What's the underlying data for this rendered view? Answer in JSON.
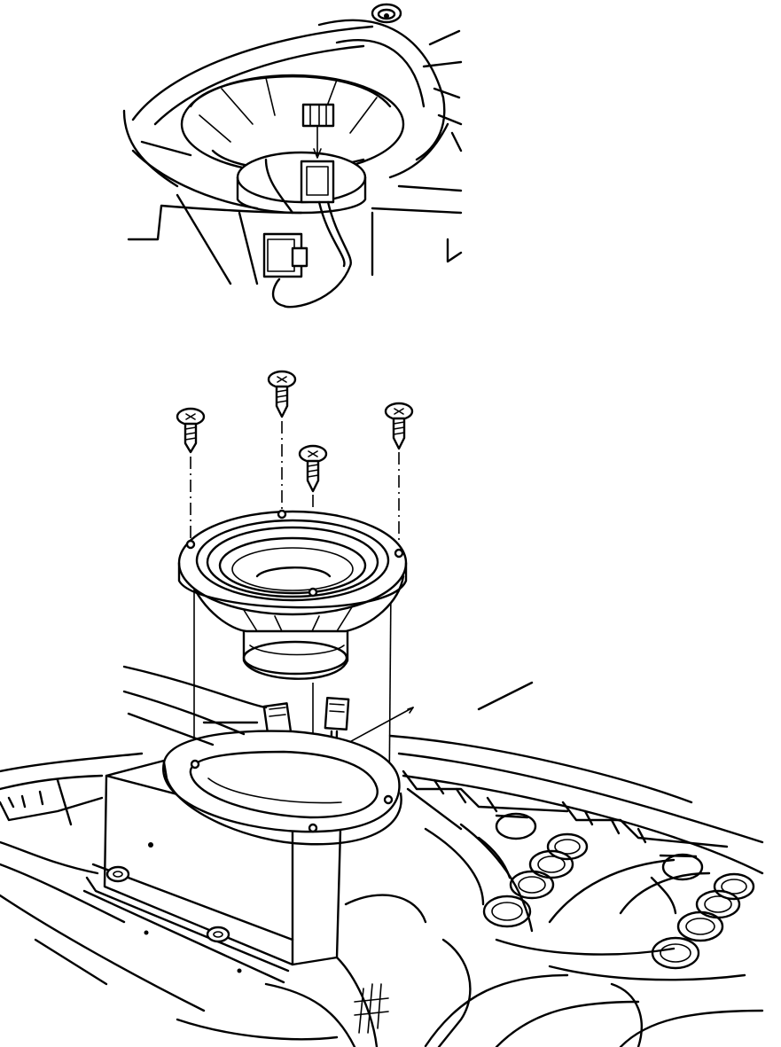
{
  "figure": {
    "callouts": [],
    "colors": {
      "line": "#000000",
      "background": "#ffffff"
    },
    "parts": [
      "connector-detail-view",
      "mounting-screw",
      "speaker",
      "wiring-harness-connector",
      "speaker-mounting-bracket",
      "rear-package-shelf"
    ]
  }
}
